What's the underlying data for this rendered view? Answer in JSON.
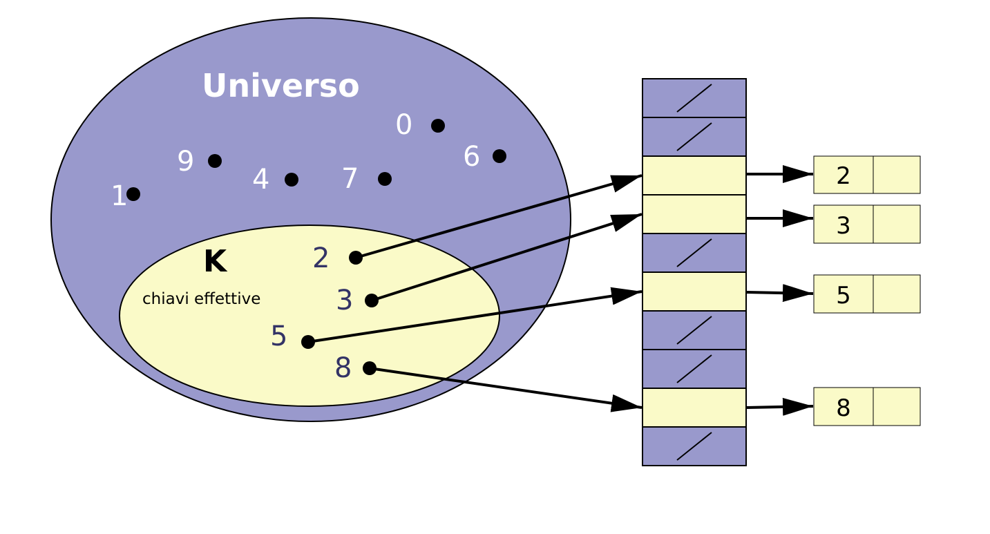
{
  "colors": {
    "universe_fill": "#9999cc",
    "keys_fill": "#fafac8",
    "slot_empty_fill": "#9999cc",
    "slot_used_fill": "#fafac8",
    "node_fill": "#fafac8",
    "white_text": "#ffffff",
    "dark_text": "#333366",
    "black": "#000000"
  },
  "universe": {
    "title": "Universo",
    "unused_keys": [
      "0",
      "6",
      "9",
      "4",
      "7",
      "1"
    ]
  },
  "keys_set": {
    "label": "K",
    "caption": "chiavi effettive",
    "keys": [
      "2",
      "3",
      "5",
      "8"
    ]
  },
  "table": {
    "slots": [
      "empty",
      "empty",
      "2",
      "3",
      "empty",
      "5",
      "empty",
      "empty",
      "8",
      "empty"
    ]
  },
  "lists": {
    "nodes": [
      "2",
      "3",
      "5",
      "8"
    ]
  }
}
